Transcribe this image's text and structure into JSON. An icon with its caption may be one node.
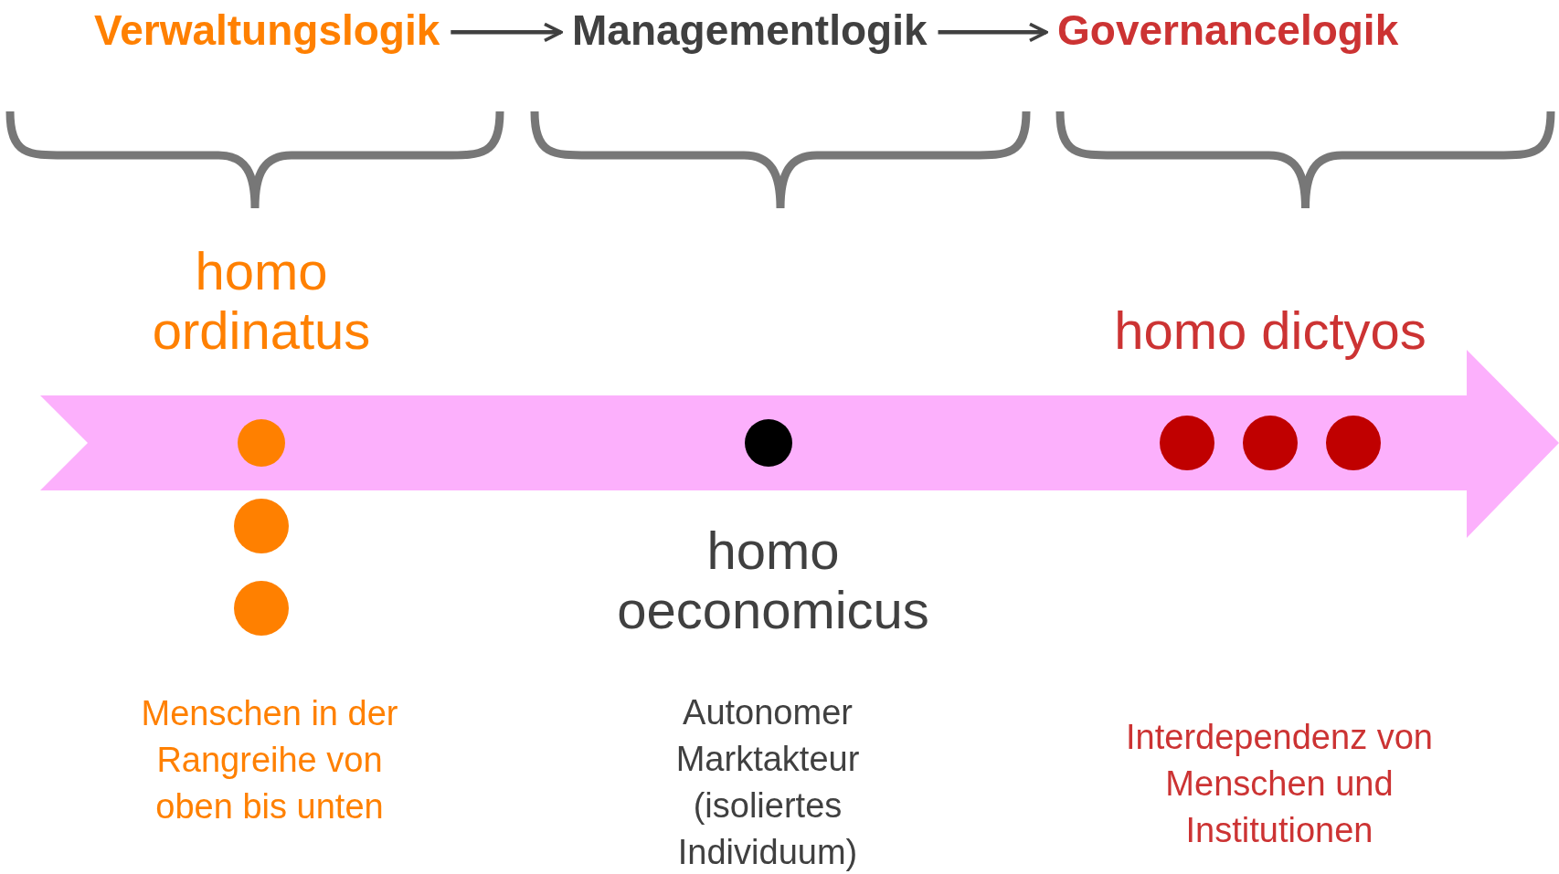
{
  "diagram": {
    "nodes": [
      {
        "text": [
          "Verwaltungslogik"
        ]
      },
      {
        "text": [
          "Managementlogik"
        ]
      },
      {
        "text": [
          "Governancelogik"
        ]
      }
    ],
    "edges": [
      {
        "from": 0,
        "to": 1,
        "arrow": "to"
      },
      {
        "from": 1,
        "to": 2,
        "arrow": "to"
      }
    ],
    "labels": [
      "homo ordinatus",
      "Menschen in der Rangreihe von oben bis unten",
      "homo oeconomicus",
      "Autonomer Marktakteur (isoliertes Individuum)",
      "homo dictyos",
      "Interdependenz von Menschen und Institutionen"
    ]
  }
}
